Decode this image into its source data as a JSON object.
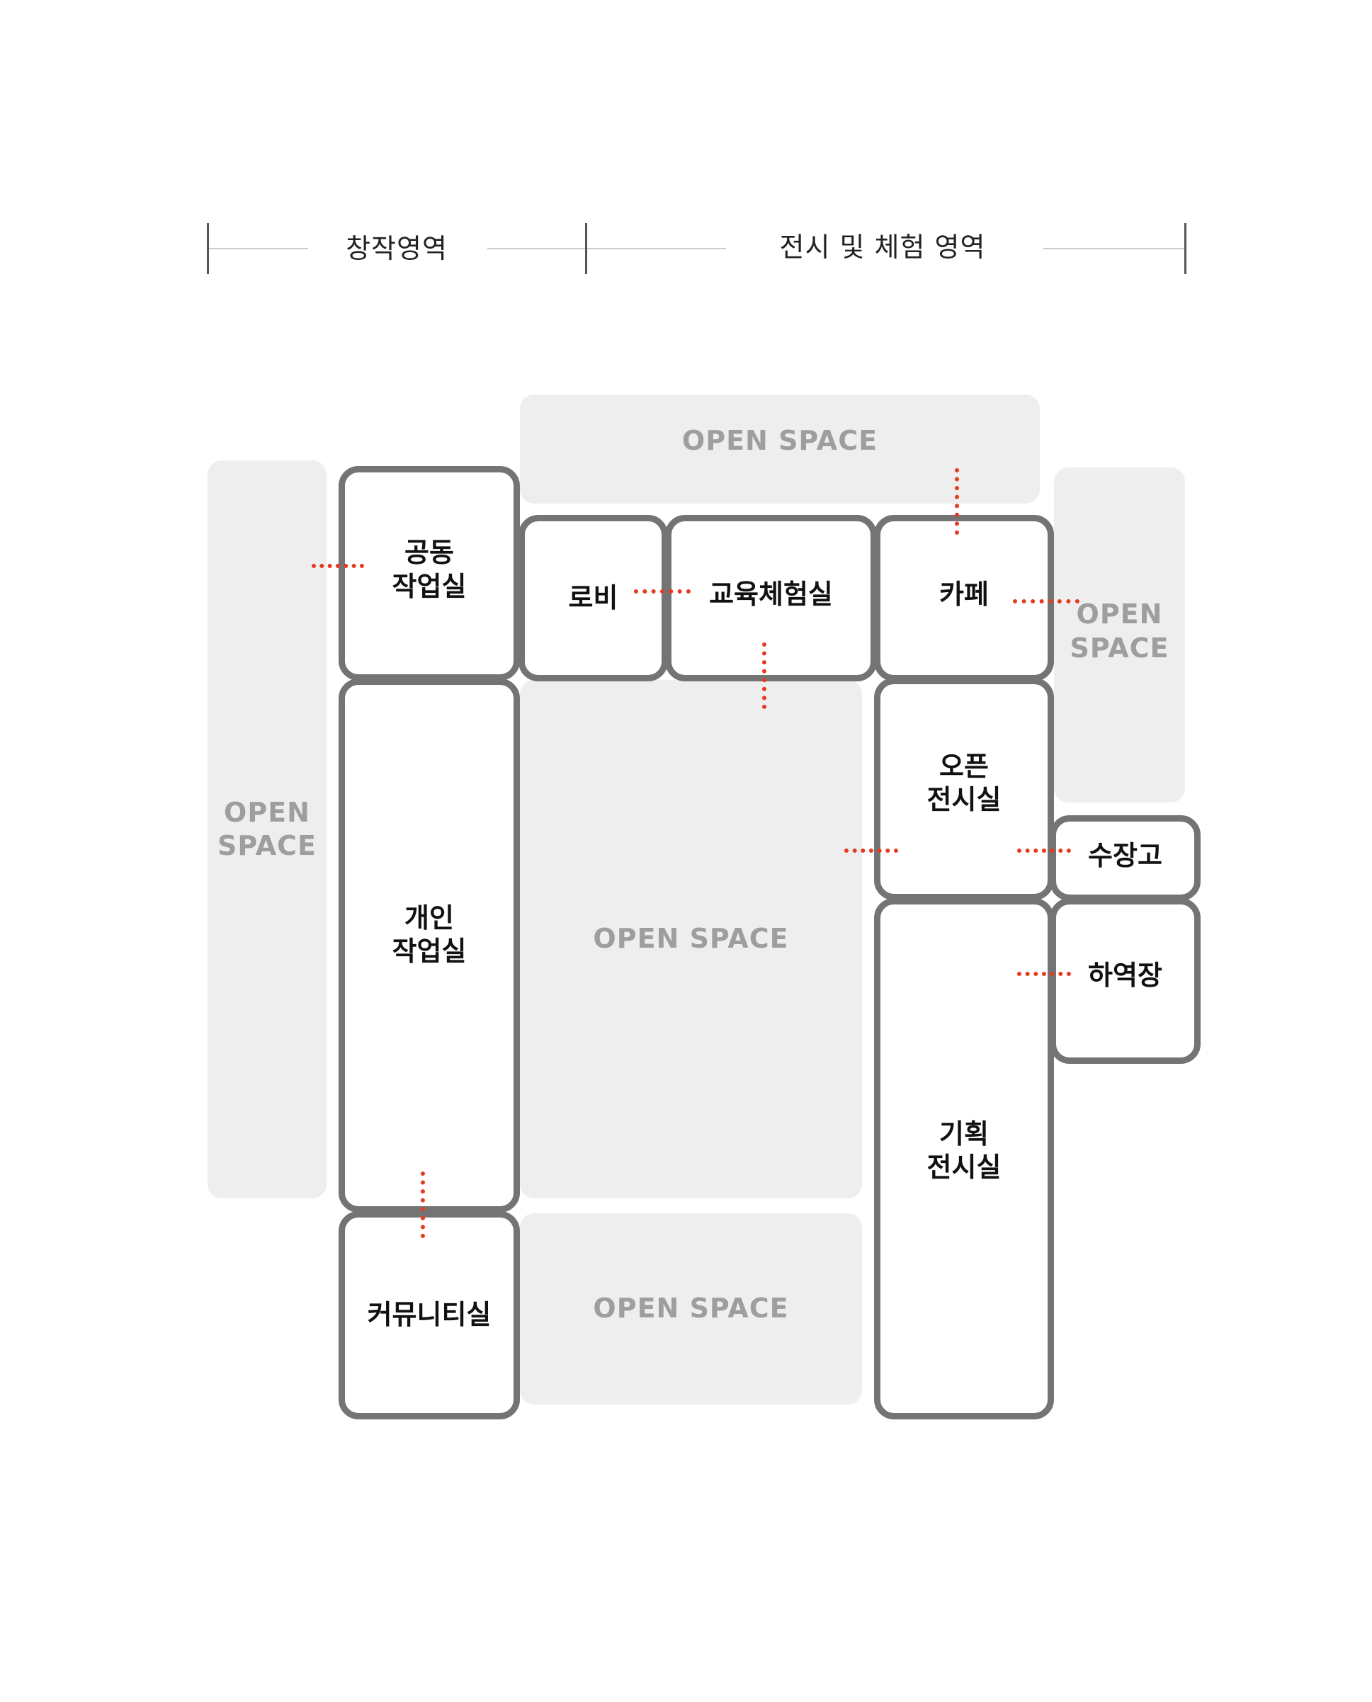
{
  "header": {
    "zone_creative": "창작영역",
    "zone_exhibit": "전시 및 체험  영역"
  },
  "open_space": {
    "top": "OPEN SPACE",
    "left": "OPEN\nSPACE",
    "right": "OPEN\nSPACE",
    "center": "OPEN SPACE",
    "bottom": "OPEN SPACE"
  },
  "rooms": {
    "shared_studio": "공동\n작업실",
    "private_studio": "개인\n작업실",
    "community_room": "커뮤니티실",
    "lobby": "로비",
    "education_room": "교육체험실",
    "cafe": "카페",
    "open_gallery": "오픈\n전시실",
    "storage": "수장고",
    "loading_dock": "하역장",
    "special_gallery": "기획\n전시실"
  },
  "colors": {
    "room_border": "#747474",
    "open_space_fill": "#eeeeee",
    "open_space_text": "#9e9e9e",
    "connector": "#e63a1f"
  }
}
